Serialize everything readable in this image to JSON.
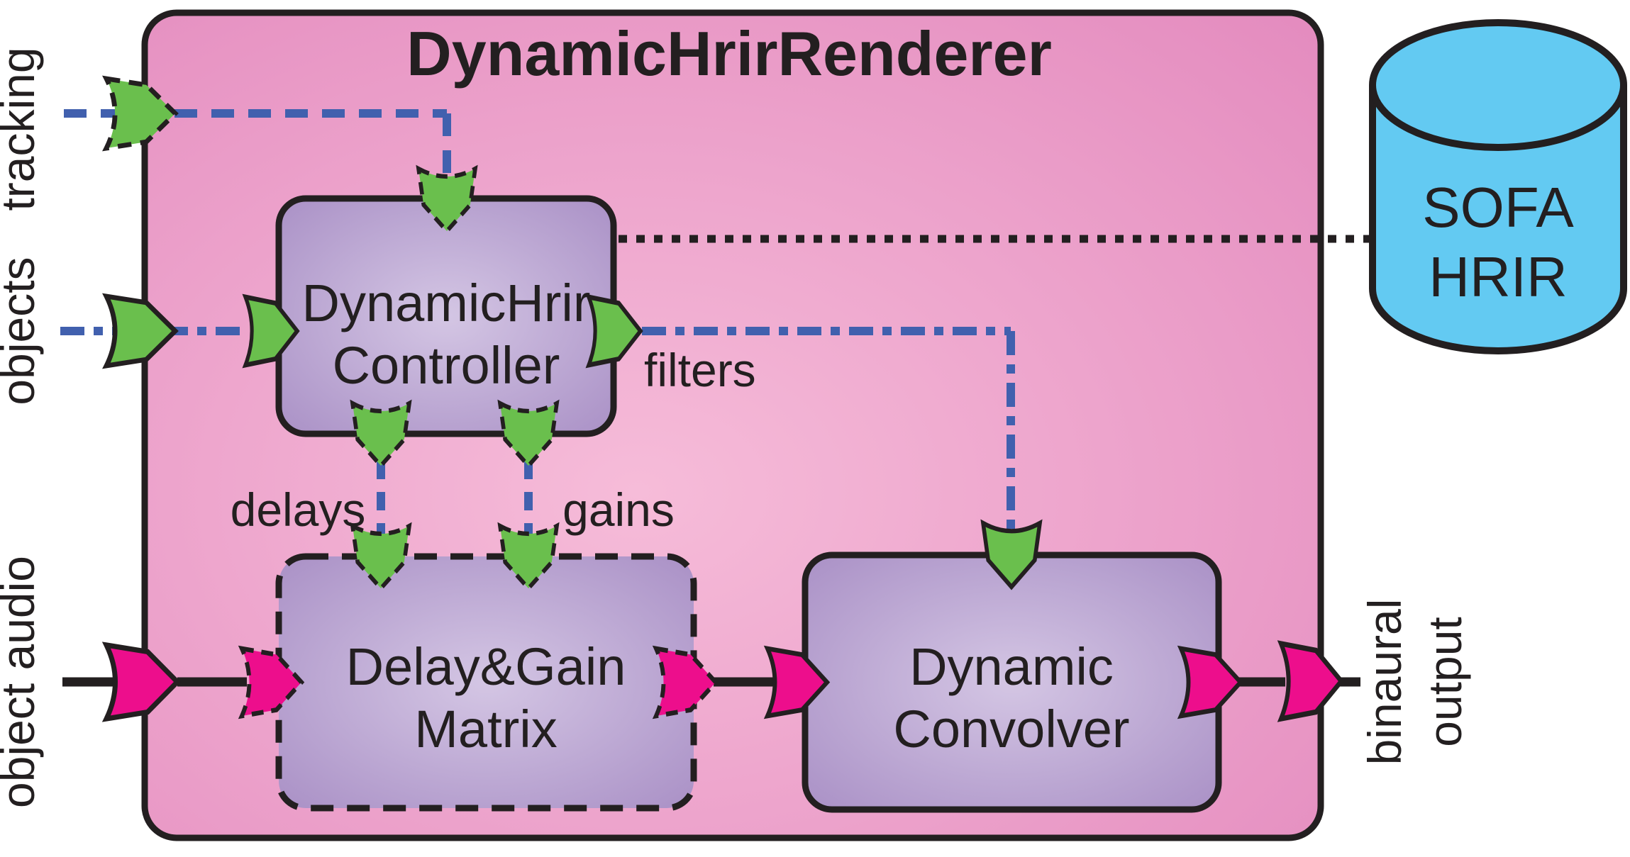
{
  "title": "DynamicHrirRenderer",
  "blocks": {
    "controller": {
      "line1": "DynamicHrir",
      "line2": "Controller"
    },
    "matrix": {
      "line1": "Delay&Gain",
      "line2": "Matrix"
    },
    "convolver": {
      "line1": "Dynamic",
      "line2": "Convolver"
    },
    "sofa": {
      "line1": "SOFA",
      "line2": "HRIR"
    }
  },
  "ports": {
    "tracking": "tracking",
    "objects": "objects",
    "object_audio": "object audio",
    "binaural_line1": "binaural",
    "binaural_line2": "output",
    "delays": "delays",
    "gains": "gains",
    "filters": "filters"
  },
  "colors": {
    "ink": "#231f20",
    "green": "#6abf4d",
    "magenta": "#ed0e8c",
    "blue": "#4160ae",
    "cylinder": "#63caf2",
    "pink_edge": "#e48cbf",
    "pink_center": "#f6bcd9",
    "purple_edge": "#a78dc4",
    "purple_center": "#d4c6e4"
  }
}
